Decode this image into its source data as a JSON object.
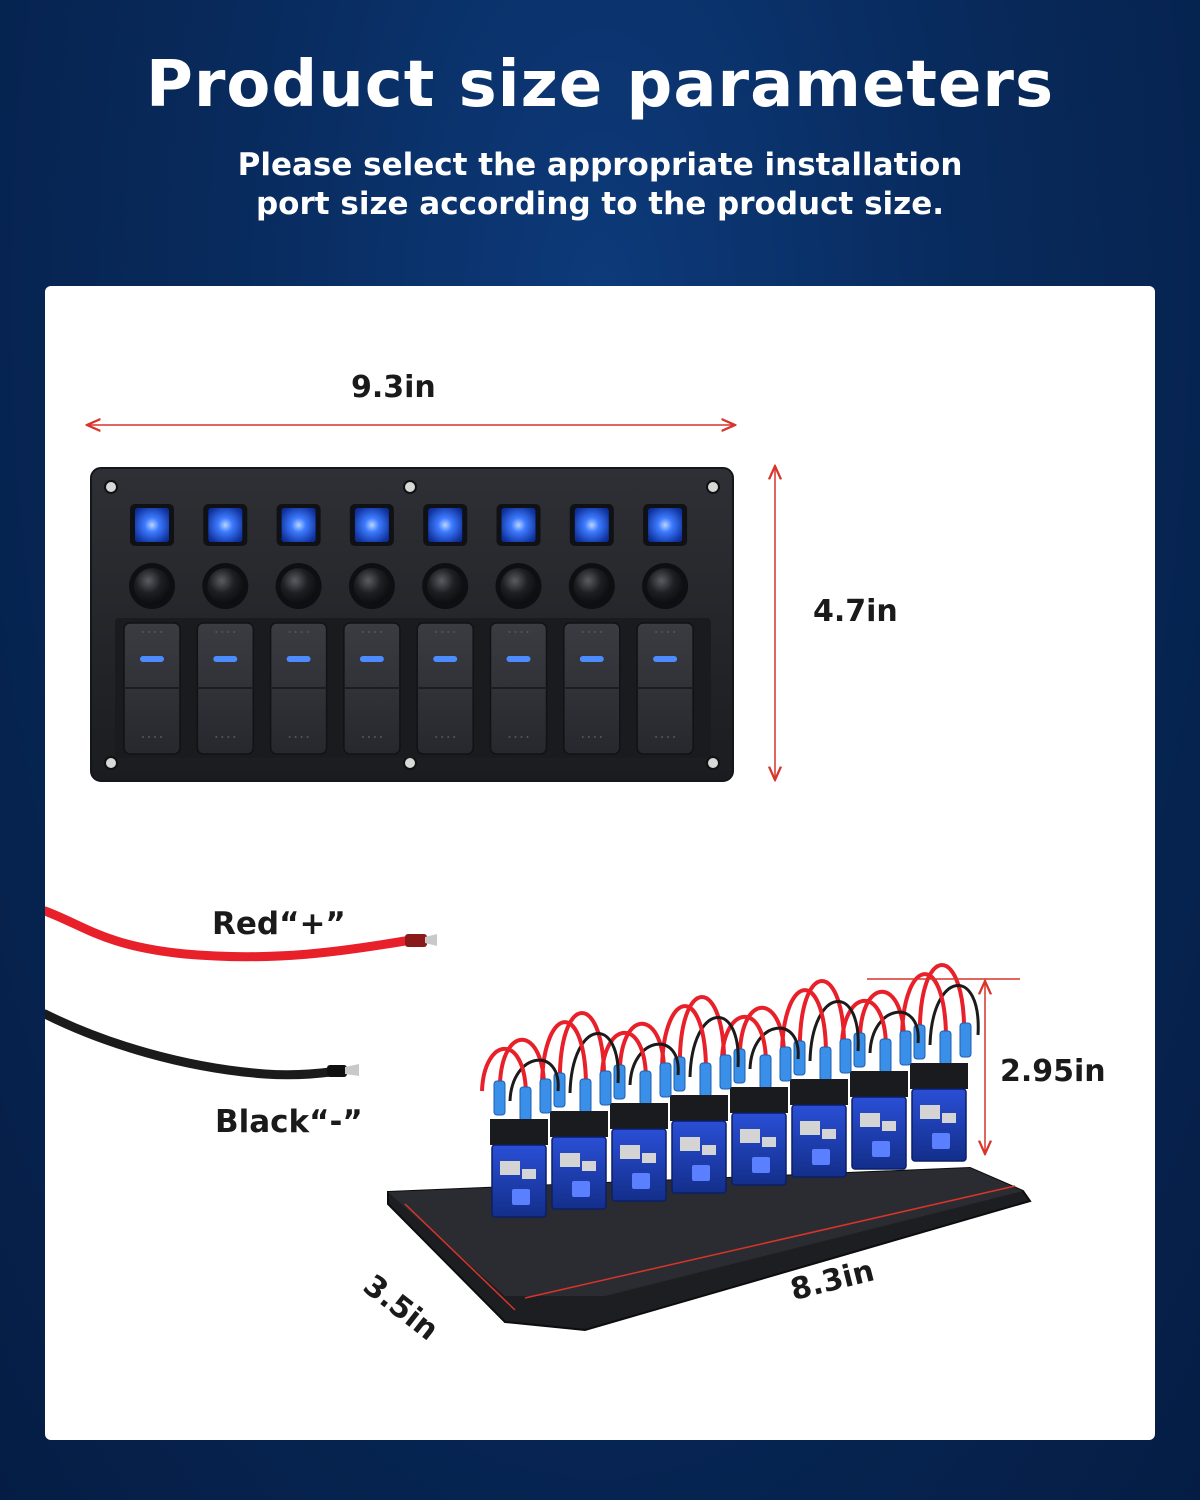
{
  "header": {
    "title": "Product size parameters",
    "subtitle": "Please select the appropriate installation port size according to the product size."
  },
  "front_view": {
    "width_label": "9.3in",
    "height_label": "4.7in",
    "switch_count": 8
  },
  "wiring": {
    "red_label": "Red“+”",
    "black_label": "Black“-”"
  },
  "rear_view": {
    "height_label": "2.95in",
    "depth_label": "3.5in",
    "length_label": "8.3in"
  },
  "colors": {
    "dimension_line": "#d9342b",
    "led_blue": "#2f6bff",
    "panel": "#26282c",
    "red_wire": "#e8202a",
    "black_wire": "#1b1b1b"
  }
}
